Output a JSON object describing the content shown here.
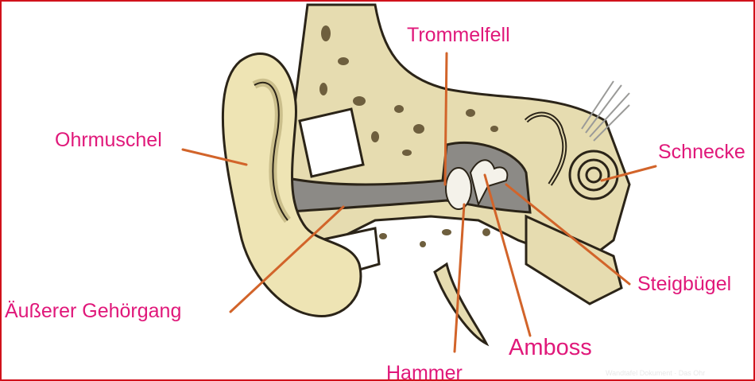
{
  "labels": {
    "trommelfell": "Trommelfell",
    "ohrmuschel": "Ohrmuschel",
    "schnecke": "Schnecke",
    "steigbuegel": "Steigbügel",
    "gehoergang": "Äußerer Gehörgang",
    "amboss": "Amboss",
    "hammer": "Hammer"
  },
  "watermark": "Wandtafel Dokument · Das Ohr",
  "colors": {
    "frame": "#d0121b",
    "label_text": "#e0187a",
    "leader_line": "#d2642a",
    "skin": "#eee4b4",
    "skin_shadow": "#cbbf8c",
    "bone": "#e6dcb0",
    "bone_pores": "#6e5f3e",
    "cavity": "#8c8a86",
    "eardrum": "#f4f2ea",
    "background": "#ffffff"
  }
}
